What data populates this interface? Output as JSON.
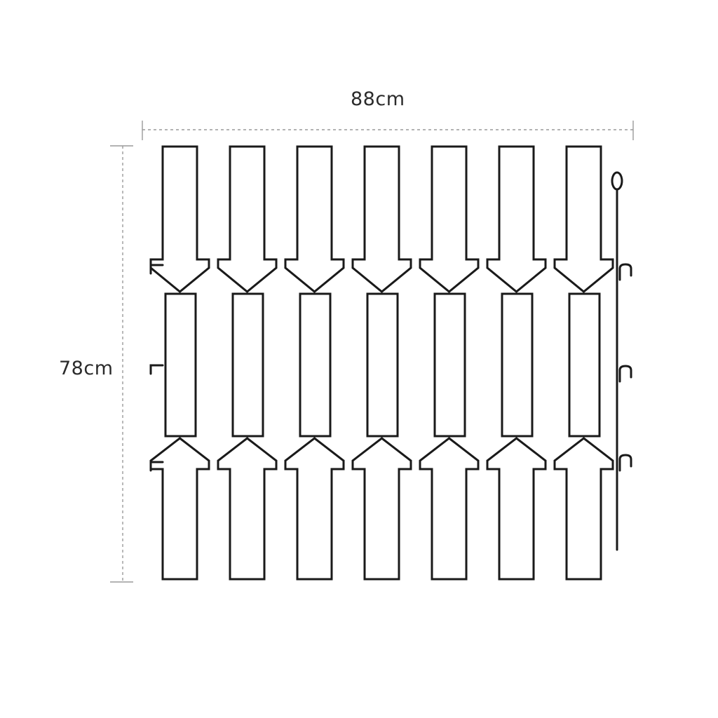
{
  "diagram": {
    "width_label": "88cm",
    "height_label": "78cm",
    "panel_columns": 7,
    "colors": {
      "line": "#1a1a1a",
      "dimension": "#9a9a9a",
      "background": "#ffffff"
    }
  }
}
